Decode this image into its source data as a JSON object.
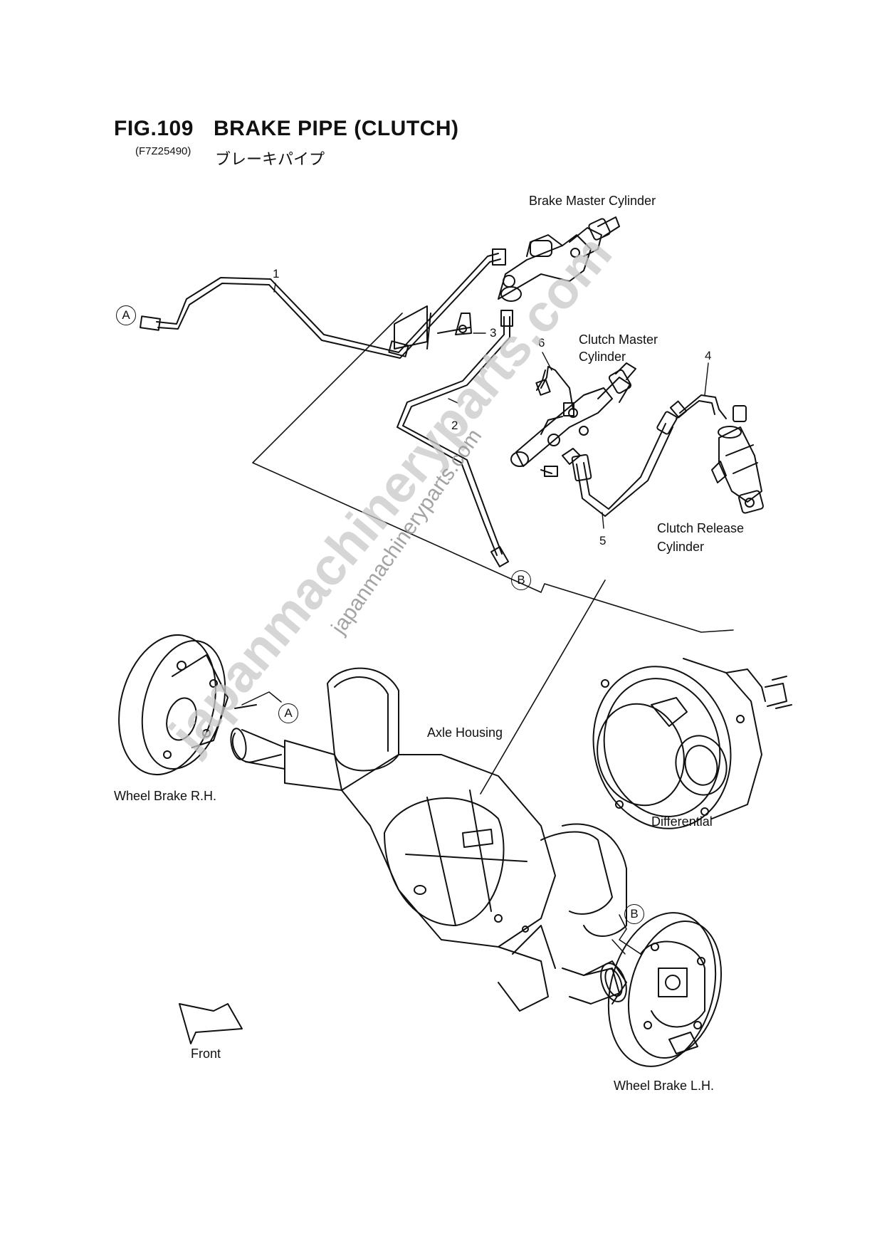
{
  "figure": {
    "number": "FIG.109",
    "title": "BRAKE PIPE (CLUTCH)",
    "code": "(F7Z25490)",
    "title_jp": "ブレーキパイプ"
  },
  "labels": {
    "brake_master_cylinder": "Brake Master Cylinder",
    "clutch_master_cylinder": [
      "Clutch Master",
      "Cylinder"
    ],
    "clutch_release_cylinder": [
      "Clutch Release",
      "Cylinder"
    ],
    "axle_housing": "Axle Housing",
    "differential": "Differential",
    "wheel_brake_rh": "Wheel Brake R.H.",
    "wheel_brake_lh": "Wheel Brake L.H.",
    "front": "Front"
  },
  "part_numbers": [
    "1",
    "2",
    "3",
    "4",
    "5",
    "6"
  ],
  "connectors": {
    "a": "A",
    "b": "B"
  },
  "watermarks": [
    "japanmachineryparts.com",
    "japanmachineryparts.com"
  ]
}
